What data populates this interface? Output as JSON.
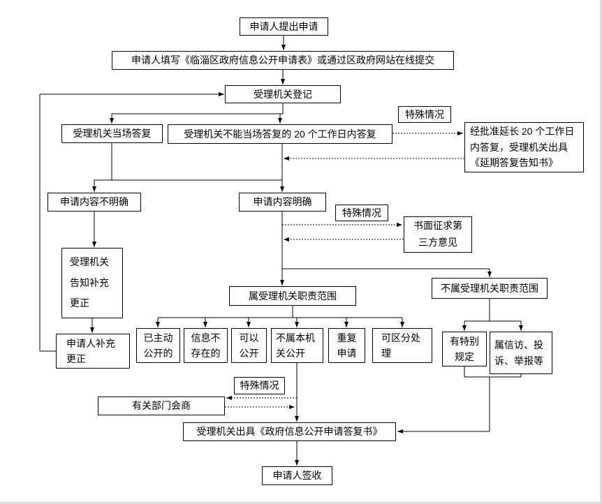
{
  "colors": {
    "line": "#000000",
    "box_border": "#000000",
    "background": "#ffffff"
  },
  "nodes": {
    "submit": {
      "label": "申请人提出申请"
    },
    "fill_form": {
      "label": "申请人填写《临淄区政府信息公开申请表》或通过区政府网站在线提交"
    },
    "register": {
      "label": "受理机关登记"
    },
    "onsite_reply": {
      "label": "受理机关当场答复"
    },
    "reply_20days": {
      "label": "受理机关不能当场答复的 20 个工作日内答复"
    },
    "special_case_1": {
      "label": "特殊情况"
    },
    "extension": {
      "label": "经批准延长 20 个工作日内答复，受理机关出具《延期答复告知书》"
    },
    "unclear": {
      "label": "申请内容不明确"
    },
    "clear": {
      "label": "申请内容明确"
    },
    "special_case_2": {
      "label": "特殊情况"
    },
    "third_party": {
      "label": "书面征求第三方意见"
    },
    "notify_correction": {
      "label": "受理机关告知补充更正"
    },
    "in_scope": {
      "label": "属受理机关职责范围"
    },
    "not_in_scope": {
      "label": "不属受理机关职责范围"
    },
    "supplement": {
      "label": "申请人补充更正"
    },
    "proactive": {
      "label": "已主动公开的"
    },
    "not_exist": {
      "label": "信息不存在的"
    },
    "can_disclose": {
      "label": "可以公开"
    },
    "not_this_agency": {
      "label": "不属本机关公开"
    },
    "repeat_apply": {
      "label": "重复申请"
    },
    "distinguish": {
      "label": "可区分处理"
    },
    "special_rules": {
      "label": "有特别规定"
    },
    "petition": {
      "label": "属信访、投诉、举报等"
    },
    "special_case_3": {
      "label": "特殊情况"
    },
    "consultation": {
      "label": "有关部门会商"
    },
    "reply_doc": {
      "label": "受理机关出具《政府信息公开申请答复书》"
    },
    "sign": {
      "label": "申请人签收"
    }
  }
}
